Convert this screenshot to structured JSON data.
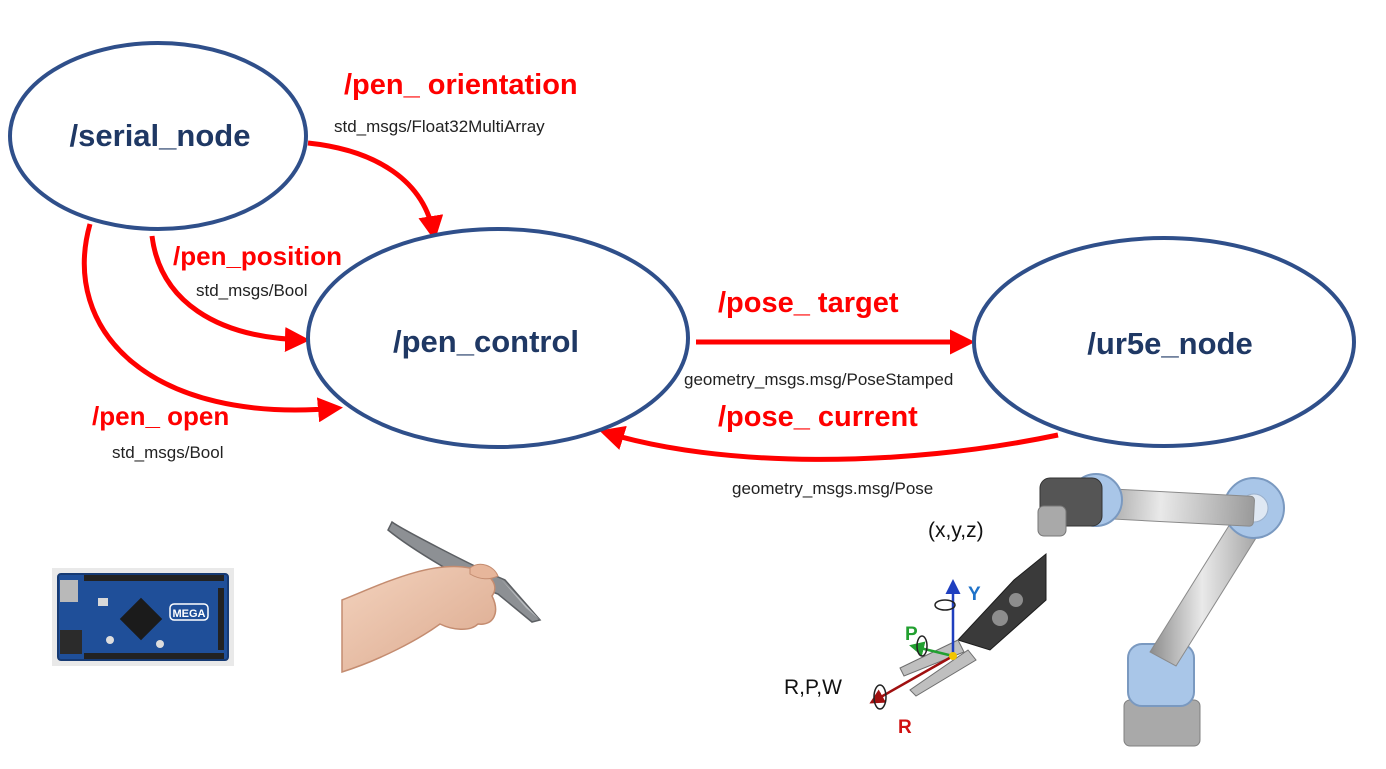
{
  "colors": {
    "node_stroke": "#2f4f8a",
    "node_text": "#1f3864",
    "topic_red": "#ff0000",
    "board_blue": "#1f4f99",
    "robot_joint_blue": "#a9c6e8"
  },
  "nodes": {
    "serial": "/serial_node",
    "pen_control": "/pen_control",
    "ur5e": "/ur5e_node"
  },
  "topics": {
    "pen_orientation": {
      "name": "/pen_ orientation",
      "msg": "std_msgs/Float32MultiArray"
    },
    "pen_position": {
      "name": "/pen_position",
      "msg": "std_msgs/Bool"
    },
    "pen_open": {
      "name": "/pen_ open",
      "msg": "std_msgs/Bool"
    },
    "pose_target": {
      "name": "/pose_ target",
      "msg": "geometry_msgs.msg/PoseStamped"
    },
    "pose_current": {
      "name": "/pose_ current",
      "msg": "geometry_msgs.msg/Pose"
    }
  },
  "annotations": {
    "xyz": "(x,y,z)",
    "rpw": "R,P,W",
    "axis_y": "Y",
    "axis_p": "P",
    "axis_r": "R"
  },
  "images": {
    "board_text": "MEGA"
  }
}
